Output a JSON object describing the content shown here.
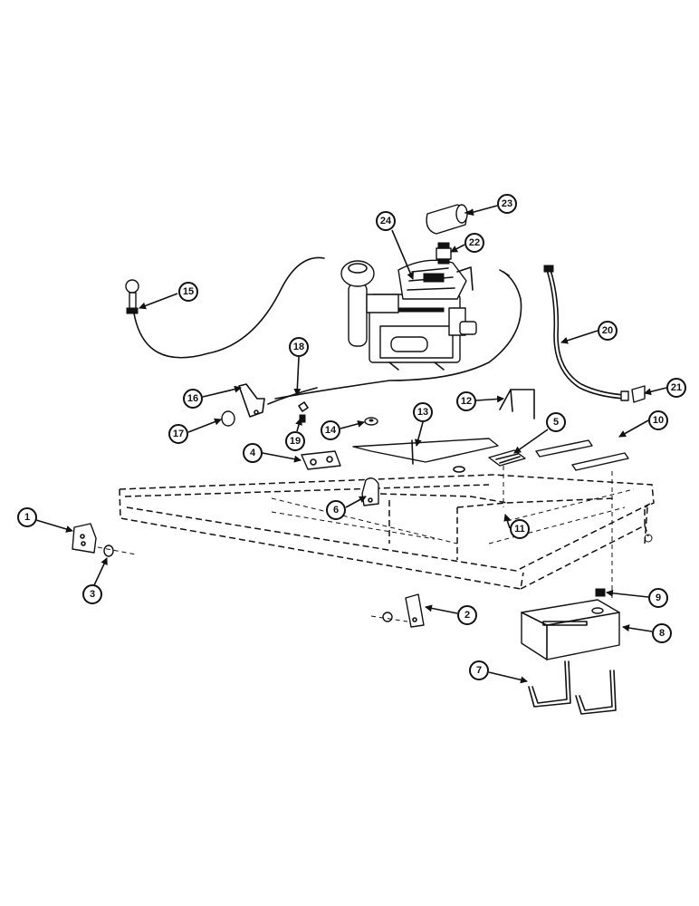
{
  "diagram": {
    "ink_color": "#111111",
    "background": "#ffffff",
    "callouts": [
      "1",
      "2",
      "3",
      "4",
      "5",
      "6",
      "7",
      "8",
      "9",
      "10",
      "11",
      "12",
      "13",
      "14",
      "15",
      "16",
      "17",
      "18",
      "19",
      "20",
      "21",
      "22",
      "23",
      "24"
    ]
  }
}
